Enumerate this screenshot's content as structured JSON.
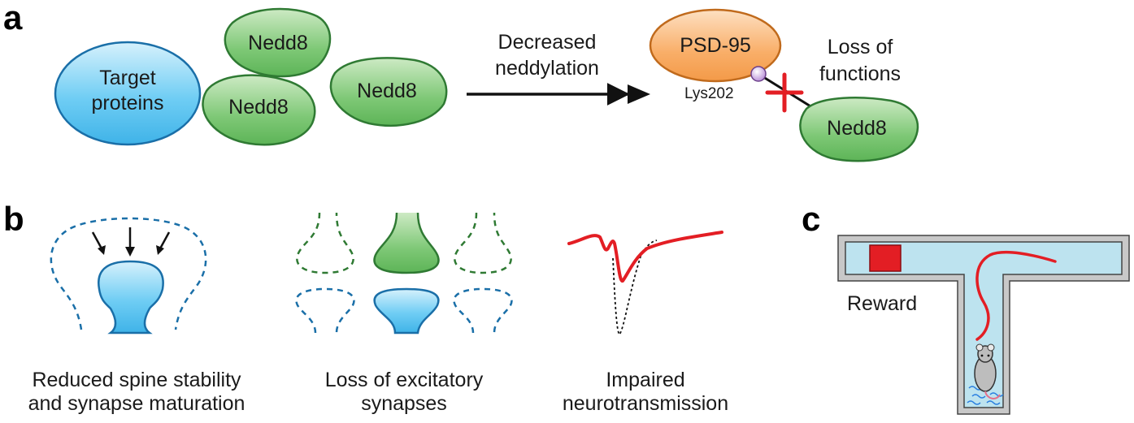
{
  "panel_a": {
    "letter": "a",
    "target_label_line1": "Target",
    "target_label_line2": "proteins",
    "nedd8_labels": [
      "Nedd8",
      "Nedd8",
      "Nedd8"
    ],
    "arrow_label_line1": "Decreased",
    "arrow_label_line2": "neddylation",
    "psd95_label": "PSD-95",
    "lys_label": "Lys202",
    "loss_label_line1": "Loss of",
    "loss_label_line2": "functions",
    "nedd8_bound_label": "Nedd8"
  },
  "panel_b": {
    "letter": "b",
    "caption1_line1": "Reduced spine stability",
    "caption1_line2": "and synapse maturation",
    "caption2_line1": "Loss of excitatory",
    "caption2_line2": "synapses",
    "caption3_line1": "Impaired",
    "caption3_line2": "neurotransmission"
  },
  "panel_c": {
    "letter": "c",
    "reward_label": "Reward"
  },
  "colors": {
    "blue_fill": "#5cc6f2",
    "blue_stroke": "#1a6fa8",
    "green_fill": "#74c46f",
    "green_stroke": "#2f7a33",
    "orange_fill": "#f7a65c",
    "orange_stroke": "#c06a1c",
    "red": "#e31e24",
    "maze_fill": "#bde3ef"
  }
}
